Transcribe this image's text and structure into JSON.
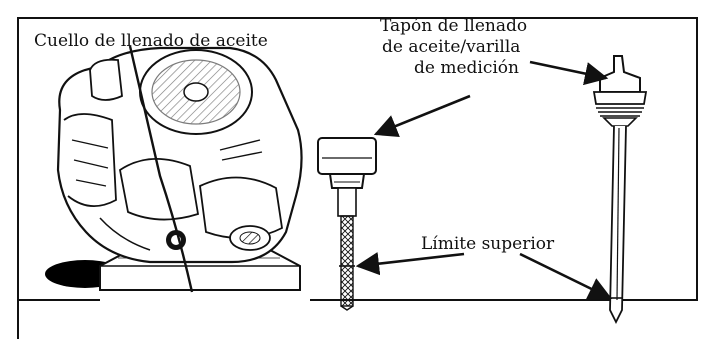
{
  "labels": {
    "oil_neck": "Cuello de llenado de aceite",
    "cap_line1": "Tapón de llenado",
    "cap_line2": "de aceite/varilla",
    "cap_line3": "de medición",
    "upper_limit": "Límite superior"
  },
  "colors": {
    "line": "#111111",
    "background": "#ffffff",
    "shadow": "#000000"
  },
  "icons": [
    "engine-illustration",
    "oil-fill-cap-illustration",
    "dipstick-illustration"
  ]
}
